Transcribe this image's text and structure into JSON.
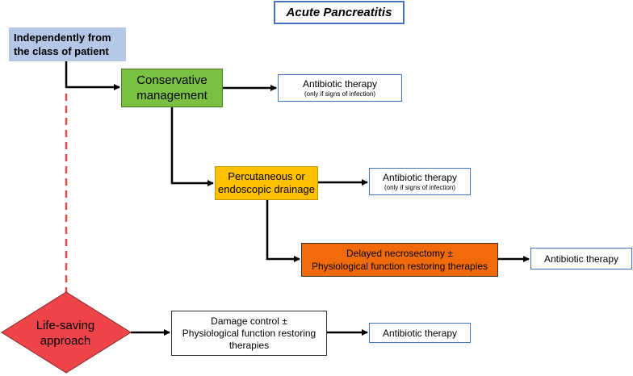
{
  "title": "Acute Pancreatitis",
  "independent": {
    "line1": "Independently from",
    "line2": "the class of patient"
  },
  "conservative": {
    "line1": "Conservative",
    "line2": "management"
  },
  "antibiotic_conditional": {
    "label": "Antibiotic therapy",
    "note": "(only if signs of infection)"
  },
  "percutaneous": {
    "line1": "Percutaneous or",
    "line2": "endoscopic drainage"
  },
  "delayed": {
    "line1": "Delayed necrosectomy ±",
    "line2": "Physiological function restoring therapies"
  },
  "antibiotic": "Antibiotic therapy",
  "life_saving": {
    "line1": "Life-saving",
    "line2": "approach"
  },
  "damage_control": {
    "line1": "Damage control ±",
    "line2": "Physiological function restoring",
    "line3": "therapies"
  },
  "colors": {
    "title_border": "#4472c4",
    "independent_fill": "#b4c7e7",
    "conservative_fill": "#7ac143",
    "percutaneous_fill": "#ffc000",
    "delayed_fill": "#f26b0a",
    "life_saving_fill": "#f0444b",
    "dashed_line": "#f0444b",
    "antibiotic_border": "#4472c4"
  }
}
